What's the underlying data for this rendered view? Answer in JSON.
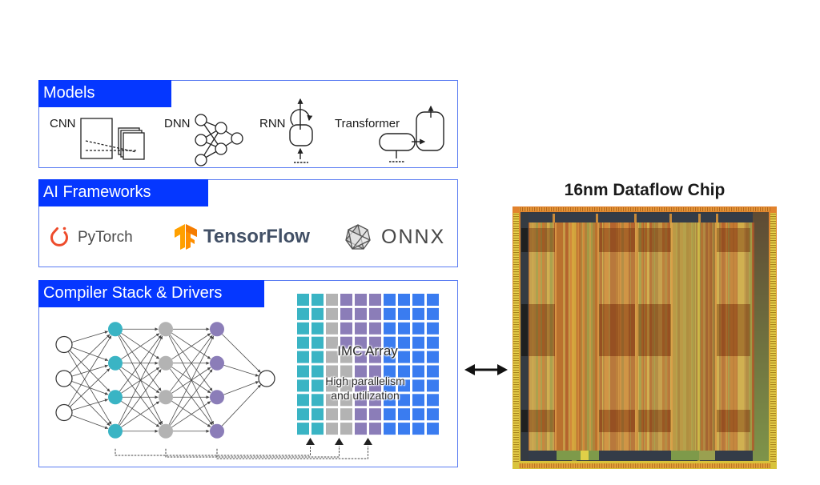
{
  "colors": {
    "panel_header_bg": "#0537ff",
    "panel_border": "#5a7cf2",
    "teal": "#3ab4c4",
    "gray": "#b3b3b3",
    "purple": "#8b7db8",
    "blue": "#3a7cf0"
  },
  "models": {
    "title": "Models",
    "items": [
      {
        "label": "CNN",
        "icon": "cnn-icon"
      },
      {
        "label": "DNN",
        "icon": "dnn-icon"
      },
      {
        "label": "RNN",
        "icon": "rnn-icon"
      },
      {
        "label": "Transformer",
        "icon": "transformer-icon"
      }
    ]
  },
  "frameworks": {
    "title": "AI Frameworks",
    "items": [
      {
        "label": "PyTorch",
        "icon": "pytorch-logo-icon",
        "color": "#ee4c2c"
      },
      {
        "label": "TensorFlow",
        "icon": "tensorflow-logo-icon",
        "color": "#ff8f00"
      },
      {
        "label": "ONNX",
        "icon": "onnx-logo-icon",
        "color": "#5a5a5a"
      }
    ]
  },
  "compiler": {
    "title": "Compiler Stack & Drivers",
    "network": {
      "layers": [
        {
          "nodes": 3,
          "fill": "#ffffff"
        },
        {
          "nodes": 4,
          "fill": "#3ab4c4"
        },
        {
          "nodes": 4,
          "fill": "#b3b3b3"
        },
        {
          "nodes": 4,
          "fill": "#8b7db8"
        },
        {
          "nodes": 1,
          "fill": "#ffffff"
        }
      ]
    },
    "imc_array": {
      "label": "IMC Array",
      "caption": [
        "High parallelism",
        "and utilization"
      ],
      "rows": 10,
      "cols": 10,
      "legend": {
        "T": "#3ab4c4",
        "G": "#b3b3b3",
        "P": "#8b7db8",
        "B": "#3a7cf0"
      },
      "pattern": [
        "TTGPPPBBBB",
        "TTGPPPBBBB",
        "TTGPPPBBBB",
        "TTGPPPBBBB",
        "TTGGPPBBBB",
        "TTGGPPBBBB",
        "TTGGPPBBBB",
        "TTGGPPBBBB",
        "TTGGPPBBBB",
        "TTGGPPBBBB"
      ]
    },
    "mappings": [
      {
        "layer": 1,
        "columns": [
          1,
          2
        ]
      },
      {
        "layer": 2,
        "columns": [
          3,
          4
        ]
      },
      {
        "layer": 3,
        "columns": [
          5,
          6
        ]
      }
    ]
  },
  "link": {
    "icon": "bidirectional-arrow-icon"
  },
  "chip": {
    "title": "16nm Dataflow Chip",
    "image": "chip-die-photo"
  }
}
